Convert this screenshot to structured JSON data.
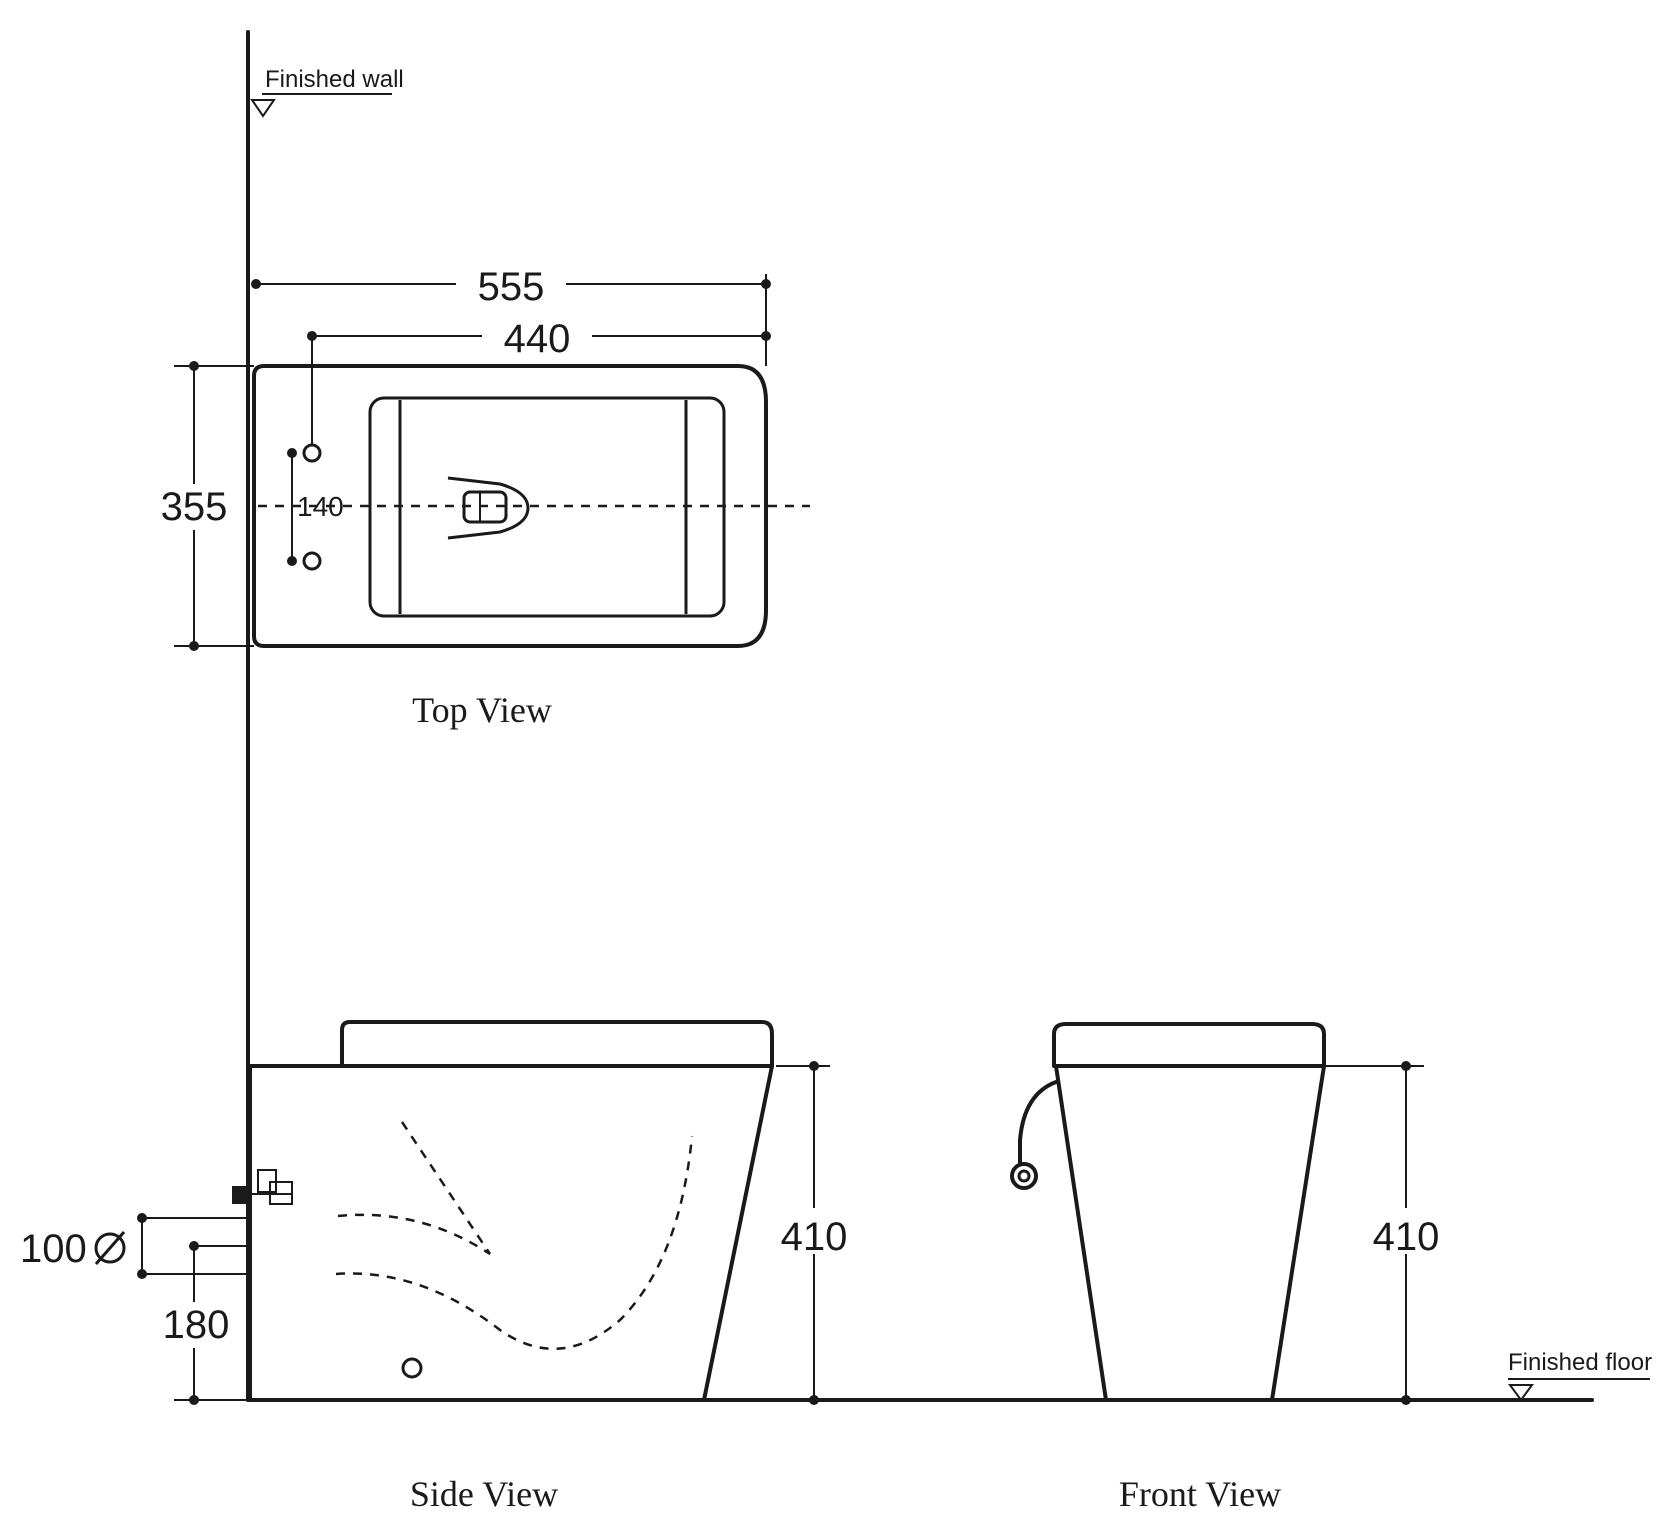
{
  "labels": {
    "finished_wall": "Finished wall",
    "finished_floor": "Finished floor",
    "top_view": "Top View",
    "side_view": "Side View",
    "front_view": "Front View"
  },
  "dimensions": {
    "overall_length": "555",
    "outlet_to_front": "440",
    "width": "355",
    "bolt_spacing": "140",
    "height_side": "410",
    "height_front": "410",
    "outlet_diameter": "100",
    "outlet_height": "180"
  },
  "colors": {
    "ink": "#1a1a1a",
    "paper": "#ffffff"
  }
}
